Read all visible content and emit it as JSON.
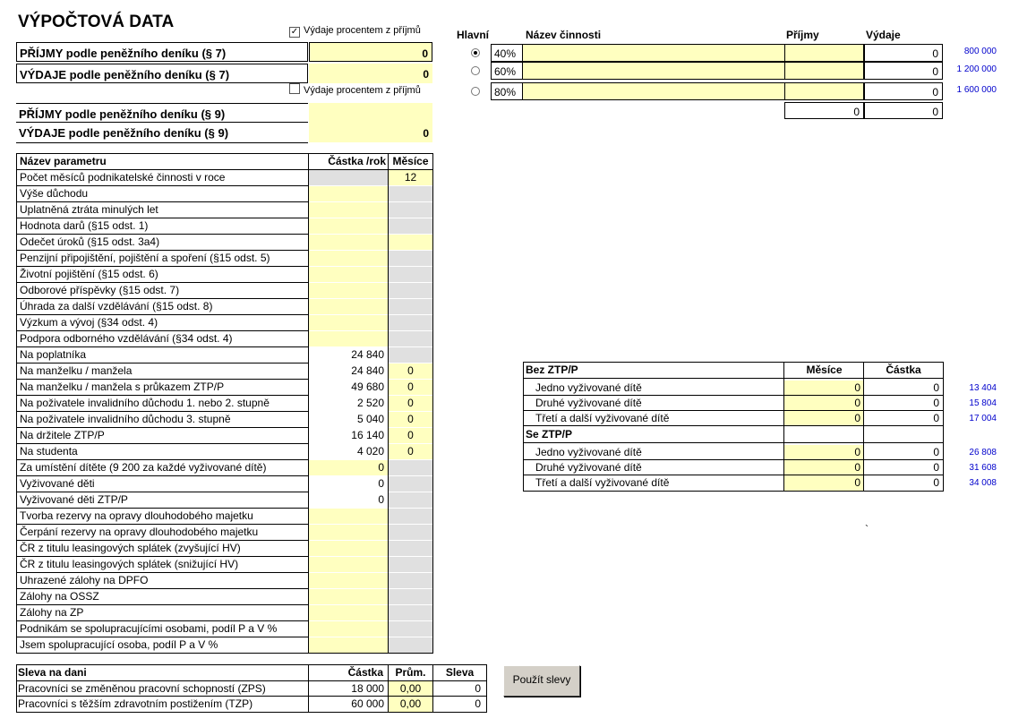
{
  "title": "VÝPOČTOVÁ DATA",
  "checkbox1": {
    "label": "Výdaje procentem z příjmů",
    "checked": true
  },
  "checkbox2": {
    "label": "Výdaje procentem z příjmů",
    "checked": false
  },
  "income_blocks": [
    {
      "label": "PŘÍJMY podle peněžního deníku  (§ 7)",
      "value": "0"
    },
    {
      "label": "VÝDAJE podle peněžního deníku  (§ 7)",
      "value": "0"
    },
    {
      "label": "PŘÍJMY podle peněžního deníku  (§ 9)",
      "value": ""
    },
    {
      "label": "VÝDAJE podle peněžního deníku  (§ 9)",
      "value": "0"
    }
  ],
  "activity": {
    "headers": {
      "main": "Hlavní",
      "name": "Název činnosti",
      "income": "Příjmy",
      "expense": "Výdaje"
    },
    "rows": [
      {
        "selected": true,
        "pct": "40%",
        "expense": "0",
        "limit": "800 000"
      },
      {
        "selected": false,
        "pct": "60%",
        "expense": "0",
        "limit": "1 200 000"
      },
      {
        "selected": false,
        "pct": "80%",
        "expense": "0",
        "limit": "1 600 000"
      }
    ],
    "totals": {
      "income": "0",
      "expense": "0"
    }
  },
  "params": {
    "headers": {
      "name": "Název parametru",
      "amount": "Částka /rok",
      "months": "Měsíce"
    },
    "rows": [
      {
        "name": "Počet měsíců podnikatelské činnosti v roce",
        "amount": "",
        "months": "12",
        "a": "gr",
        "m": "yl"
      },
      {
        "name": "Výše důchodu",
        "amount": "",
        "months": "",
        "a": "yl",
        "m": "gr"
      },
      {
        "name": "Uplatněná ztráta minulých let",
        "amount": "",
        "months": "",
        "a": "yl",
        "m": "gr"
      },
      {
        "name": "Hodnota darů (§15 odst. 1)",
        "amount": "",
        "months": "",
        "a": "yl",
        "m": "gr"
      },
      {
        "name": "Odečet úroků (§15 odst. 3a4)",
        "amount": "",
        "months": "",
        "a": "yl",
        "m": "yl"
      },
      {
        "name": "Penzijní připojištění, pojištění a spoření (§15 odst. 5)",
        "amount": "",
        "months": "",
        "a": "yl",
        "m": "gr"
      },
      {
        "name": "Životní pojištění (§15 odst. 6)",
        "amount": "",
        "months": "",
        "a": "yl",
        "m": "gr"
      },
      {
        "name": "Odborové příspěvky (§15 odst. 7)",
        "amount": "",
        "months": "",
        "a": "yl",
        "m": "gr"
      },
      {
        "name": "Úhrada za další vzdělávání (§15 odst. 8)",
        "amount": "",
        "months": "",
        "a": "yl",
        "m": "gr"
      },
      {
        "name": "Výzkum a vývoj (§34 odst. 4)",
        "amount": "",
        "months": "",
        "a": "yl",
        "m": "gr"
      },
      {
        "name": "Podpora odborného vzdělávání (§34 odst. 4)",
        "amount": "",
        "months": "",
        "a": "yl",
        "m": "gr"
      },
      {
        "name": "Na poplatníka",
        "amount": "24 840",
        "months": "",
        "a": "wh",
        "m": "gr"
      },
      {
        "name": "Na manželku / manžela",
        "amount": "24 840",
        "months": "0",
        "a": "wh",
        "m": "yl"
      },
      {
        "name": "Na manželku / manžela s průkazem ZTP/P",
        "amount": "49 680",
        "months": "0",
        "a": "wh",
        "m": "yl"
      },
      {
        "name": "Na poživatele invalidního důchodu 1. nebo 2. stupně",
        "amount": "2 520",
        "months": "0",
        "a": "wh",
        "m": "yl"
      },
      {
        "name": "Na poživatele invalidního důchodu 3. stupně",
        "amount": "5 040",
        "months": "0",
        "a": "wh",
        "m": "yl"
      },
      {
        "name": "Na držitele ZTP/P",
        "amount": "16 140",
        "months": "0",
        "a": "wh",
        "m": "yl"
      },
      {
        "name": "Na studenta",
        "amount": "4 020",
        "months": "0",
        "a": "wh",
        "m": "yl"
      },
      {
        "name": "Za umístění dítěte (9 200 za každé vyživované dítě)",
        "amount": "0",
        "months": "",
        "a": "yl",
        "m": "gr"
      },
      {
        "name": "Vyživované děti",
        "amount": "0",
        "months": "",
        "a": "wh",
        "m": "gr"
      },
      {
        "name": "Vyživované děti ZTP/P",
        "amount": "0",
        "months": "",
        "a": "wh",
        "m": "gr"
      },
      {
        "name": "Tvorba rezervy na opravy dlouhodobého majetku",
        "amount": "",
        "months": "",
        "a": "yl",
        "m": "gr"
      },
      {
        "name": "Čerpání rezervy na opravy dlouhodobého majetku",
        "amount": "",
        "months": "",
        "a": "yl",
        "m": "gr"
      },
      {
        "name": "ČR z titulu leasingových splátek (zvyšující HV)",
        "amount": "",
        "months": "",
        "a": "yl",
        "m": "gr"
      },
      {
        "name": "ČR z titulu leasingových splátek (snižující HV)",
        "amount": "",
        "months": "",
        "a": "yl",
        "m": "gr"
      },
      {
        "name": "Uhrazené zálohy na DPFO",
        "amount": "",
        "months": "",
        "a": "yl",
        "m": "gr"
      },
      {
        "name": "Zálohy na OSSZ",
        "amount": "",
        "months": "",
        "a": "yl",
        "m": "gr"
      },
      {
        "name": "Zálohy na ZP",
        "amount": "",
        "months": "",
        "a": "yl",
        "m": "gr"
      },
      {
        "name": "Podnikám se spolupracujícími osobami, podíl P a V %",
        "amount": "",
        "months": "",
        "a": "yl",
        "m": "gr"
      },
      {
        "name": "Jsem spolupracující osoba, podíl P a V %",
        "amount": "",
        "months": "",
        "a": "yl",
        "m": "gr"
      }
    ]
  },
  "children": {
    "headers": {
      "bez": "Bez ZTP/P",
      "months": "Měsíce",
      "amount": "Částka",
      "se": "Se ZTP/P"
    },
    "bez_rows": [
      {
        "name": "Jedno vyživované dítě",
        "months": "0",
        "amount": "0",
        "limit": "13 404"
      },
      {
        "name": "Druhé vyživované dítě",
        "months": "0",
        "amount": "0",
        "limit": "15 804"
      },
      {
        "name": "Třetí a další vyživované dítě",
        "months": "0",
        "amount": "0",
        "limit": "17 004"
      }
    ],
    "se_rows": [
      {
        "name": "Jedno vyživované dítě",
        "months": "0",
        "amount": "0",
        "limit": "26 808"
      },
      {
        "name": "Druhé vyživované dítě",
        "months": "0",
        "amount": "0",
        "limit": "31 608"
      },
      {
        "name": "Třetí a další vyživované dítě",
        "months": "0",
        "amount": "0",
        "limit": "34 008"
      }
    ]
  },
  "backtick": "`",
  "discount": {
    "headers": {
      "name": "Sleva na dani",
      "amount": "Částka",
      "avg": "Prům.",
      "discount": "Sleva"
    },
    "rows": [
      {
        "name": "Pracovníci se změněnou pracovní schopností (ZPS)",
        "amount": "18 000",
        "avg": "0,00",
        "discount": "0"
      },
      {
        "name": "Pracovníci s těžším zdravotním postižením (TZP)",
        "amount": "60 000",
        "avg": "0,00",
        "discount": "0"
      }
    ],
    "button": "Použít slevy"
  }
}
